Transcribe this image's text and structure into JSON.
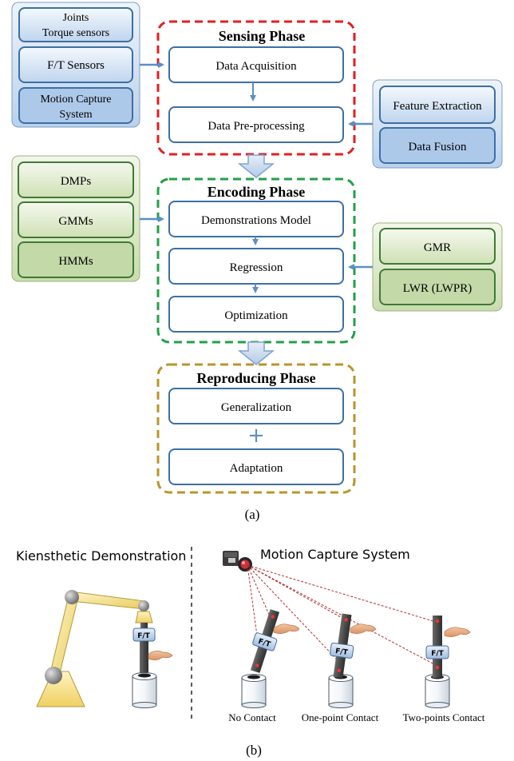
{
  "part_a": {
    "caption": "(a)",
    "sensing": {
      "title": "Sensing Phase",
      "steps": [
        "Data Acquisition",
        "Data Pre-processing"
      ],
      "inputs": [
        {
          "line1": "Joints",
          "line2": "Torque sensors"
        },
        {
          "line1": "F/T Sensors",
          "line2": ""
        },
        {
          "line1": "Motion Capture",
          "line2": "System"
        }
      ],
      "processing": [
        "Feature Extraction",
        "Data Fusion"
      ]
    },
    "encoding": {
      "title": "Encoding Phase",
      "steps": [
        "Demonstrations Model",
        "Regression",
        "Optimization"
      ],
      "models": [
        "DMPs",
        "GMMs",
        "HMMs"
      ],
      "regression_methods": [
        "GMR",
        "LWR (LWPR)"
      ]
    },
    "reproducing": {
      "title": "Reproducing Phase",
      "steps": [
        "Generalization",
        "Adaptation"
      ],
      "plus": "+"
    },
    "colors": {
      "sensing_border": "#e02020",
      "encoding_border": "#22a045",
      "reproducing_border": "#b8962a",
      "step_border": "#3d6fa3",
      "arrow": "#5b8fc6",
      "blue_fill": "#cfe0f3",
      "green_fill": "#dbe9c6"
    }
  },
  "part_b": {
    "caption": "(b)",
    "left_title": "Kiensthetic Demonstration",
    "right_title": "Motion Capture System",
    "sensor_label": "F/T",
    "contact_labels": [
      "No Contact",
      "One-point Contact",
      "Two-points Contact"
    ]
  }
}
